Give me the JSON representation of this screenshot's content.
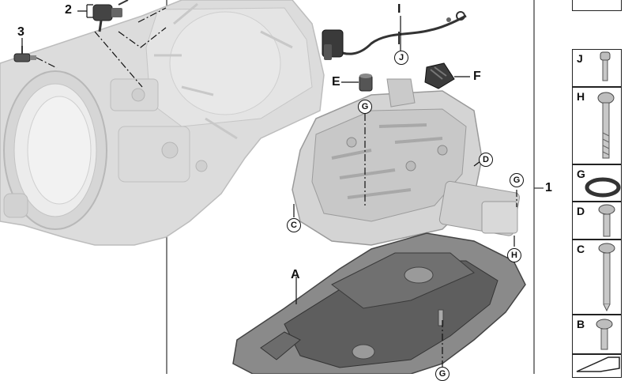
{
  "callouts": {
    "n2": "2",
    "n3": "3",
    "nI": "I",
    "nE": "E",
    "nF": "F",
    "n1": "1",
    "nA": "A"
  },
  "circled": {
    "j": "J",
    "g1": "G",
    "d": "D",
    "g2": "G",
    "c": "C",
    "h": "H",
    "bottom": "G"
  },
  "legend": [
    {
      "letter": "J"
    },
    {
      "letter": "H"
    },
    {
      "letter": "G"
    },
    {
      "letter": "D"
    },
    {
      "letter": "C"
    },
    {
      "letter": "B"
    }
  ]
}
